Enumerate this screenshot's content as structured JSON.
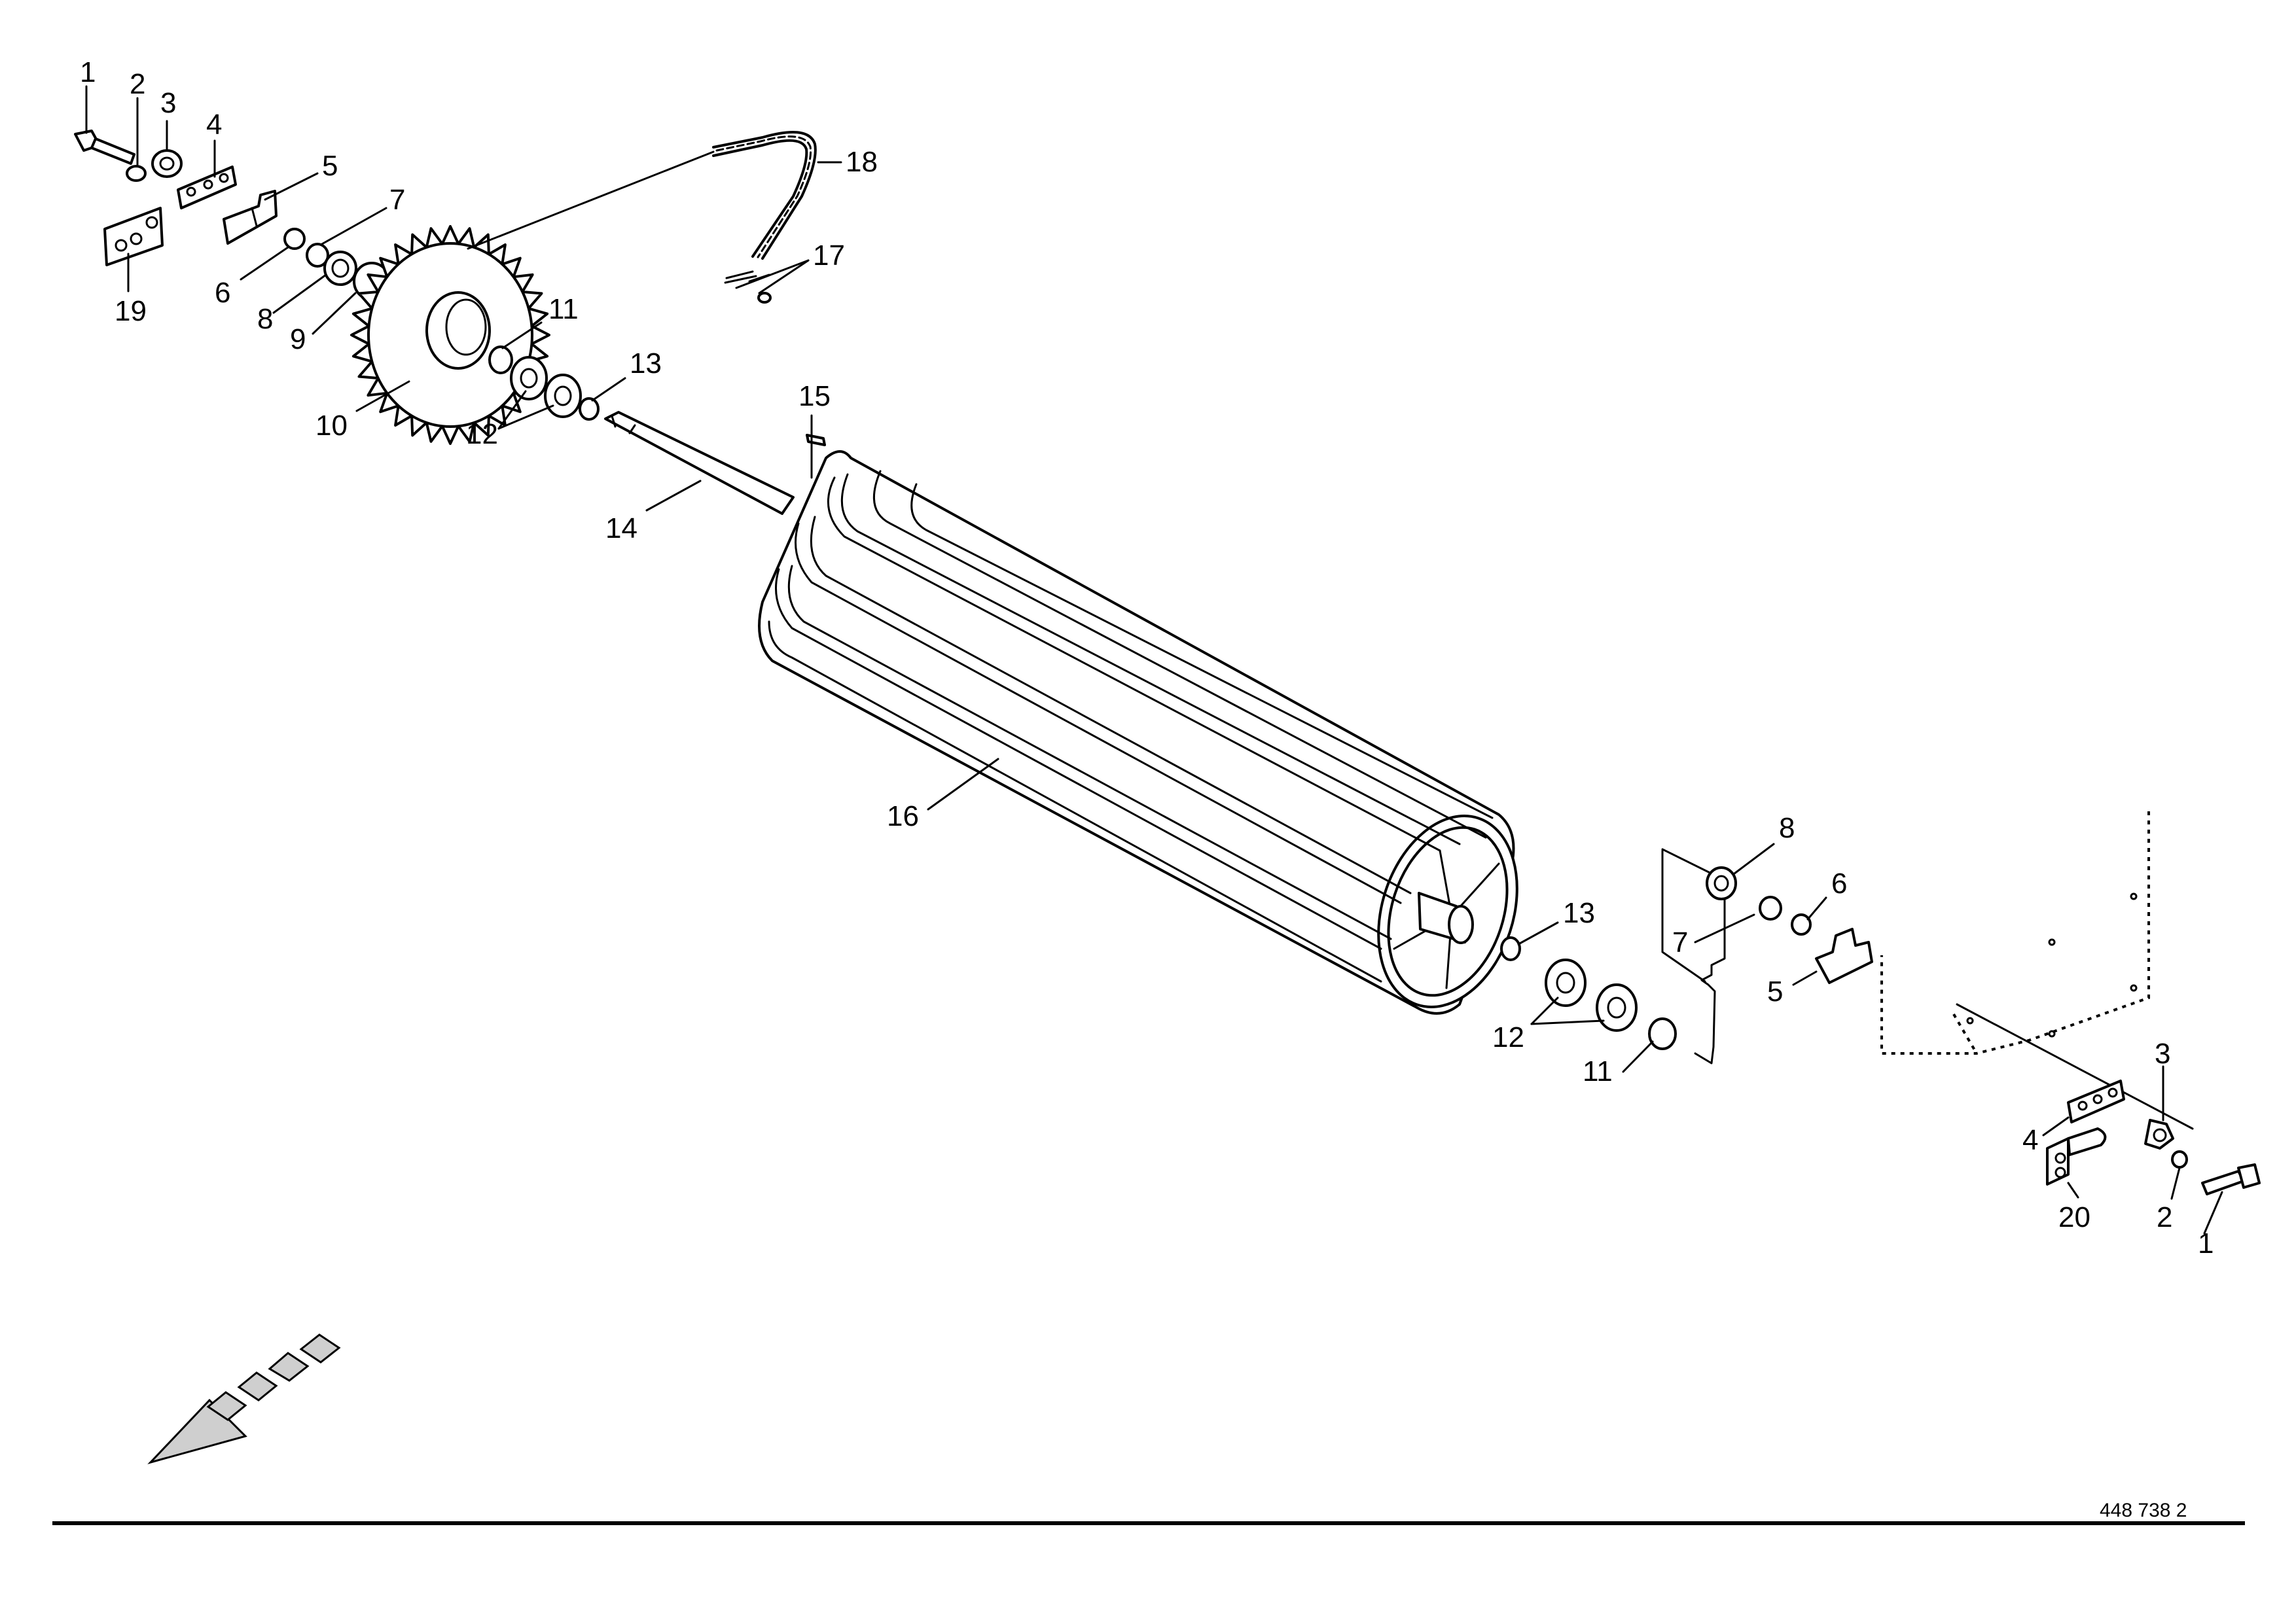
{
  "drawing": {
    "document_number": "448 738 2",
    "callouts": [
      {
        "id": "c1a",
        "label": "1"
      },
      {
        "id": "c2a",
        "label": "2"
      },
      {
        "id": "c3a",
        "label": "3"
      },
      {
        "id": "c4a",
        "label": "4"
      },
      {
        "id": "c5a",
        "label": "5"
      },
      {
        "id": "c6a",
        "label": "6"
      },
      {
        "id": "c7a",
        "label": "7"
      },
      {
        "id": "c8a",
        "label": "8"
      },
      {
        "id": "c9a",
        "label": "9"
      },
      {
        "id": "c10",
        "label": "10"
      },
      {
        "id": "c11a",
        "label": "11"
      },
      {
        "id": "c12a",
        "label": "12"
      },
      {
        "id": "c13a",
        "label": "13"
      },
      {
        "id": "c14",
        "label": "14"
      },
      {
        "id": "c15",
        "label": "15"
      },
      {
        "id": "c16",
        "label": "16"
      },
      {
        "id": "c17",
        "label": "17"
      },
      {
        "id": "c18",
        "label": "18"
      },
      {
        "id": "c19",
        "label": "19"
      },
      {
        "id": "c8b",
        "label": "8"
      },
      {
        "id": "c7b",
        "label": "7"
      },
      {
        "id": "c6b",
        "label": "6"
      },
      {
        "id": "c5b",
        "label": "5"
      },
      {
        "id": "c13b",
        "label": "13"
      },
      {
        "id": "c12b",
        "label": "12"
      },
      {
        "id": "c11b",
        "label": "11"
      },
      {
        "id": "c3b",
        "label": "3"
      },
      {
        "id": "c4b",
        "label": "4"
      },
      {
        "id": "c20",
        "label": "20"
      },
      {
        "id": "c2b",
        "label": "2"
      },
      {
        "id": "c1b",
        "label": "1"
      }
    ]
  }
}
